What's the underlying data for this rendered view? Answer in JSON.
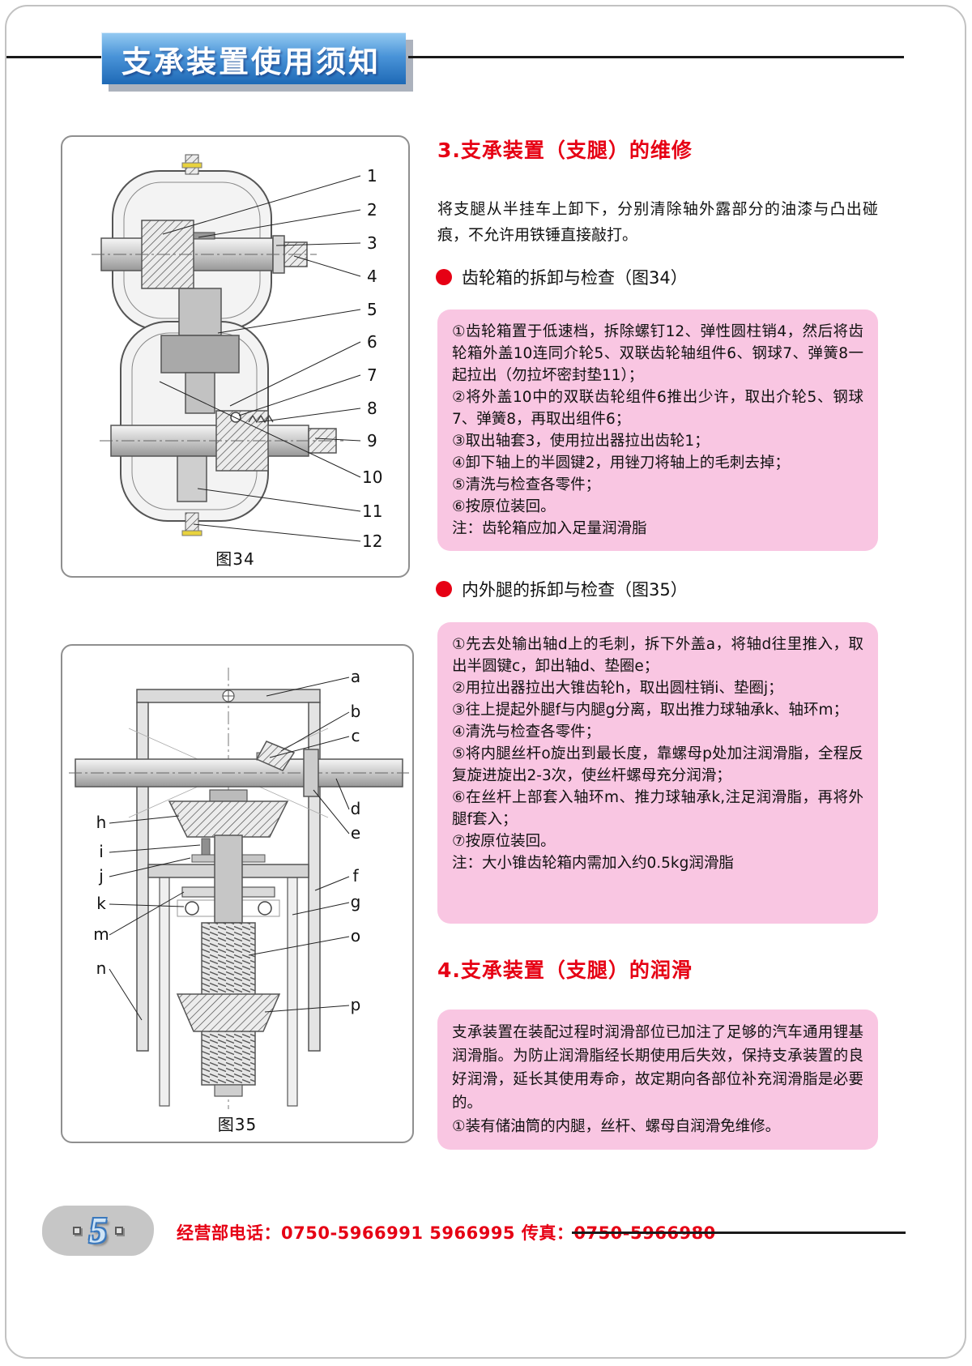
{
  "colors": {
    "banner_blue": "#2e7cc8",
    "accent_red": "#e60014",
    "pink_box": "#f9c6e2"
  },
  "header": {
    "title": "支承装置使用须知"
  },
  "fig34": {
    "caption": "图34",
    "callouts": [
      "1",
      "2",
      "3",
      "4",
      "5",
      "6",
      "7",
      "8",
      "9",
      "10",
      "11",
      "12"
    ]
  },
  "fig35": {
    "caption": "图35",
    "callouts_right": [
      "a",
      "b",
      "c",
      "d",
      "e",
      "f",
      "g",
      "o",
      "p"
    ],
    "callouts_left": [
      "h",
      "i",
      "j",
      "k",
      "m",
      "n"
    ]
  },
  "sections": {
    "s3": {
      "title": "3.支承装置（支腿）的维修",
      "intro": "将支腿从半挂车上卸下，分别清除轴外露部分的油漆与凸出碰痕，不允许用铁锤直接敲打。",
      "bullet1": "齿轮箱的拆卸与检查（图34）",
      "box1": [
        "①齿轮箱置于低速档，拆除螺钉12、弹性圆柱销4，然后将齿轮箱外盖10连同介轮5、双联齿轮轴组件6、钢球7、弹簧8一起拉出（勿拉坏密封垫11）；",
        "②将外盖10中的双联齿轮组件6推出少许，取出介轮5、钢球7、弹簧8，再取出组件6；",
        "③取出轴套3，使用拉出器拉出齿轮1；",
        "④卸下轴上的半圆键2，用锉刀将轴上的毛刺去掉；",
        "⑤清洗与检查各零件；",
        "⑥按原位装回。",
        "注：齿轮箱应加入足量润滑脂"
      ],
      "bullet2": "内外腿的拆卸与检查（图35）",
      "box2": [
        "①先去处输出轴d上的毛刺，拆下外盖a，将轴d往里推入，取出半圆键c，卸出轴d、垫圈e；",
        "②用拉出器拉出大锥齿轮h，取出圆柱销i、垫圈j；",
        "③往上提起外腿f与内腿g分离，取出推力球轴承k、轴环m；",
        "④清洗与检查各零件；",
        "⑤将内腿丝杆o旋出到最长度，靠螺母p处加注润滑脂，全程反复旋进旋出2-3次，使丝杆螺母充分润滑；",
        "⑥在丝杆上部套入轴环m、推力球轴承k,注足润滑脂，再将外腿f套入；",
        "⑦按原位装回。",
        "注：大小锥齿轮箱内需加入约0.5kg润滑脂"
      ]
    },
    "s4": {
      "title": "4.支承装置（支腿）的润滑",
      "box": [
        "支承装置在装配过程时润滑部位已加注了足够的汽车通用锂基润滑脂。为防止润滑脂经长期使用后失效，保持支承装置的良好润滑，延长其使用寿命，故定期向各部位补充润滑脂是必要的。",
        "①装有储油筒的内腿，丝杆、螺母自润滑免维修。"
      ]
    }
  },
  "footer": {
    "page_number": "5",
    "contact": "经营部电话：0750-5966991 5966995 传真：0750-5966980"
  }
}
